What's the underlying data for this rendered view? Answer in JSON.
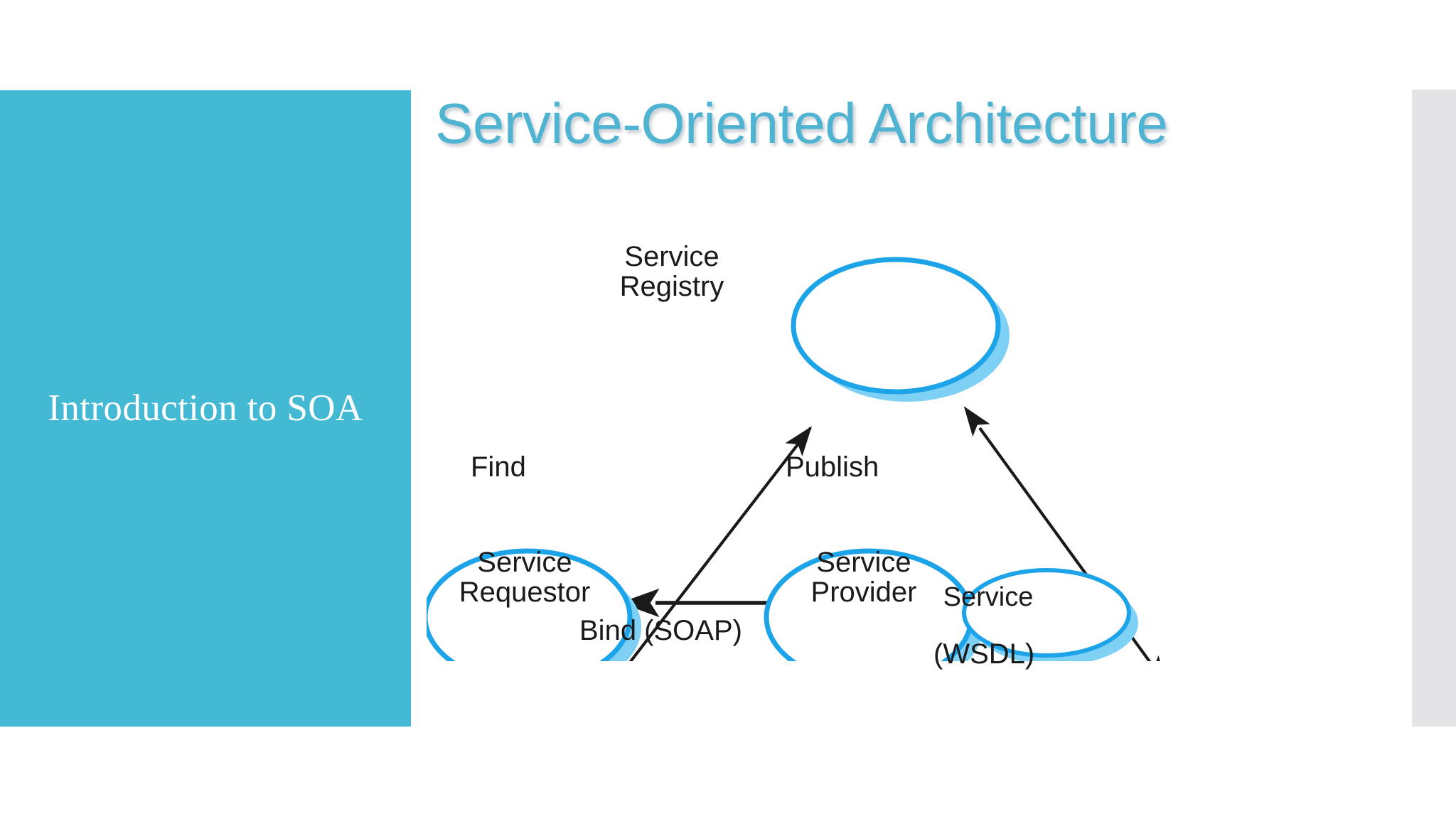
{
  "slide": {
    "title": "Service-Oriented Architecture",
    "accent_label": "Introduction to SOA",
    "accent_color": "#44b9d4",
    "title_color": "#4fb4d2",
    "background_color": "#ffffff",
    "right_panel_color": "#e4e3e6"
  },
  "diagram": {
    "type": "soa-triangle",
    "node_stroke_color": "#1ca3e8",
    "node_shadow_color": "#7fd0f5",
    "node_fill_color": "#ffffff",
    "arrow_color": "#1a1a1a",
    "nodes": [
      {
        "id": "registry",
        "line1": "Service",
        "line2": "Registry",
        "position": "top-center"
      },
      {
        "id": "requestor",
        "line1": "Service",
        "line2": "Requestor",
        "position": "bottom-left"
      },
      {
        "id": "provider",
        "line1": "Service",
        "line2": "Provider",
        "position": "bottom-right"
      },
      {
        "id": "service",
        "line1": "Service",
        "line2": "",
        "position": "right-satellite"
      }
    ],
    "edges": [
      {
        "id": "find",
        "label": "Find",
        "from": "requestor",
        "to": "registry",
        "direction": "both"
      },
      {
        "id": "publish",
        "label": "Publish",
        "from": "provider",
        "to": "registry",
        "direction": "both"
      },
      {
        "id": "bind",
        "label": "Bind (SOAP)",
        "from": "requestor",
        "to": "provider",
        "direction": "both"
      }
    ],
    "annotations": [
      {
        "id": "wsdl",
        "label": "(WSDL)"
      }
    ]
  }
}
